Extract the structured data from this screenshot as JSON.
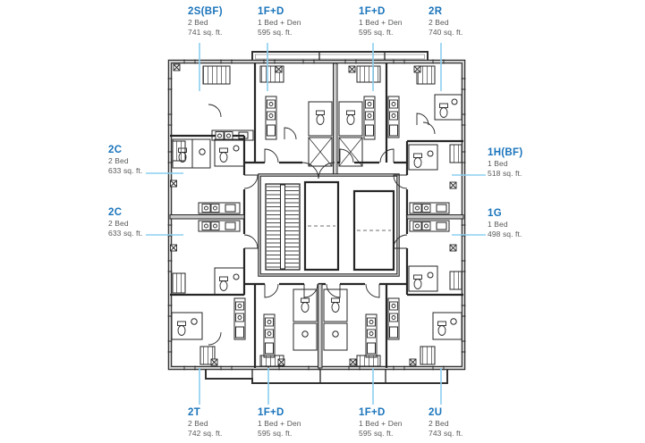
{
  "page": {
    "background": "#ffffff"
  },
  "colors": {
    "unit_code_blue": "#1b75bc",
    "unit_meta_gray": "#58595b",
    "leader_line_blue": "#8ccff0",
    "plan_line": "#262626",
    "wall_fill_gray": "#c9c9c9"
  },
  "units": {
    "top": [
      {
        "code": "2S(BF)",
        "type": "2 Bed",
        "area": "741 sq. ft."
      },
      {
        "code": "1F+D",
        "type": "1 Bed + Den",
        "area": "595 sq. ft."
      },
      {
        "code": "1F+D",
        "type": "1 Bed + Den",
        "area": "595 sq. ft."
      },
      {
        "code": "2R",
        "type": "2 Bed",
        "area": "740 sq. ft."
      }
    ],
    "left": [
      {
        "code": "2C",
        "type": "2 Bed",
        "area": "633 sq. ft."
      },
      {
        "code": "2C",
        "type": "2 Bed",
        "area": "633 sq. ft."
      }
    ],
    "right": [
      {
        "code": "1H(BF)",
        "type": "1 Bed",
        "area": "518 sq. ft."
      },
      {
        "code": "1G",
        "type": "1 Bed",
        "area": "498 sq. ft."
      }
    ],
    "bottom": [
      {
        "code": "2T",
        "type": "2 Bed",
        "area": "742 sq. ft."
      },
      {
        "code": "1F+D",
        "type": "1 Bed + Den",
        "area": "595 sq. ft."
      },
      {
        "code": "1F+D",
        "type": "1 Bed + Den",
        "area": "595 sq. ft."
      },
      {
        "code": "2U",
        "type": "2 Bed",
        "area": "743 sq. ft."
      }
    ]
  }
}
